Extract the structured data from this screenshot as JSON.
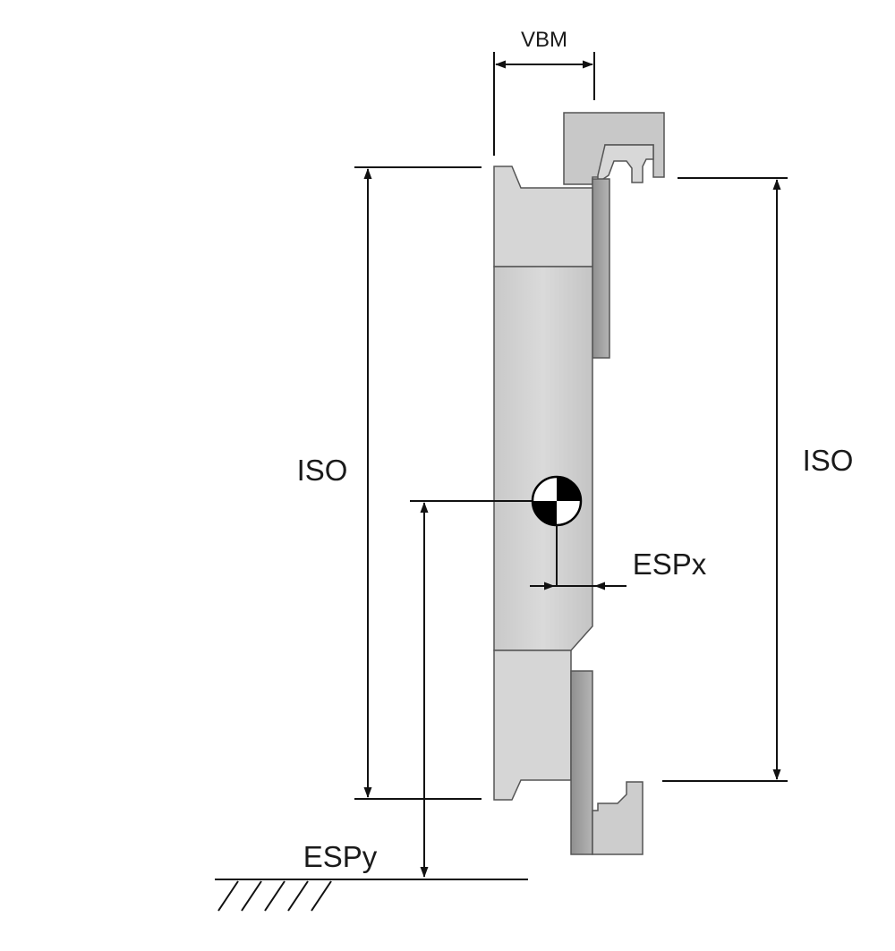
{
  "labels": {
    "vbm": "VBM",
    "iso_left": "ISO",
    "iso_right": "ISO",
    "espx": "ESPx",
    "espy": "ESPy"
  },
  "colors": {
    "part_light": "#d4d4d4",
    "part_mid": "#c3c3c3",
    "part_dark": "#9e9e9e",
    "part_edge": "#5a5a5a",
    "line": "#111111",
    "cog_black": "#000000",
    "cog_white": "#ffffff"
  },
  "icons": {
    "center_of_gravity": "center-of-gravity-icon",
    "ground": "ground-hatch-icon"
  }
}
